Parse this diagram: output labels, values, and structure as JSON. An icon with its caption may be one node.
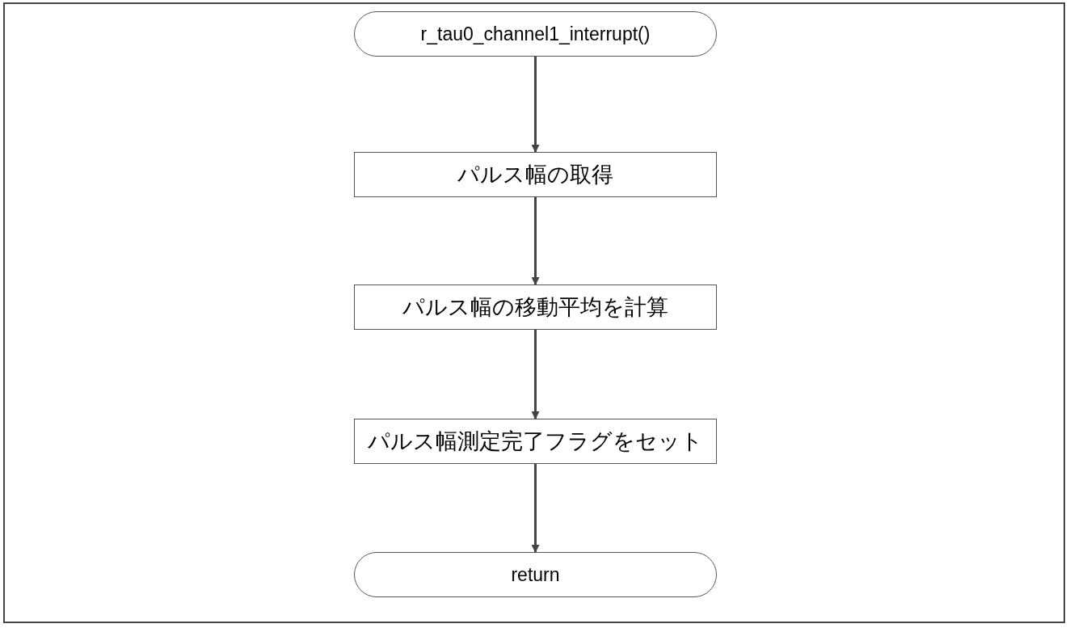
{
  "diagram": {
    "nodes": [
      {
        "text": [
          "r_tau0_channel1_interrupt()"
        ]
      },
      {
        "text": [
          "パルス幅の取得"
        ]
      },
      {
        "text": [
          "パルス幅の移動平均を計算"
        ]
      },
      {
        "text": [
          "パルス幅測定完了フラグをセット"
        ]
      },
      {
        "text": [
          "return"
        ]
      }
    ],
    "edges": [
      {
        "from": 0,
        "to": 1,
        "arrow": "to"
      },
      {
        "from": 1,
        "to": 2,
        "arrow": "to"
      },
      {
        "from": 2,
        "to": 3,
        "arrow": "to"
      },
      {
        "from": 3,
        "to": 4,
        "arrow": "to"
      }
    ]
  }
}
